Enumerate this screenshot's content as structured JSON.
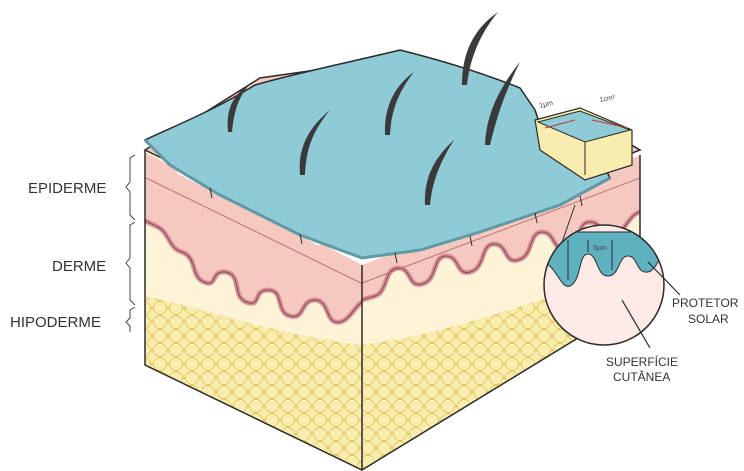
{
  "labels": {
    "epiderme": "EPIDERME",
    "derme": "DERME",
    "hipoderme": "HIPODERME",
    "protetor_line1": "PROTETOR",
    "protetor_line2": "SOLAR",
    "superficie_line1": "SUPERFÍCIE",
    "superficie_line2": "CUTÂNEA",
    "dim_1um": "1µm",
    "dim_5um": "5µm",
    "dim_1cm2": "1cm²"
  },
  "colors": {
    "sunscreen": "#8ecbd6",
    "epidermis": "#f6c9c0",
    "dermis": "#fdf3d6",
    "hypodermis": "#f3de80",
    "fat_cells": "#f8ecae",
    "outline": "#2b2b2b",
    "hair": "#3a3a3a",
    "dermal_wave": "#d98f9a"
  }
}
